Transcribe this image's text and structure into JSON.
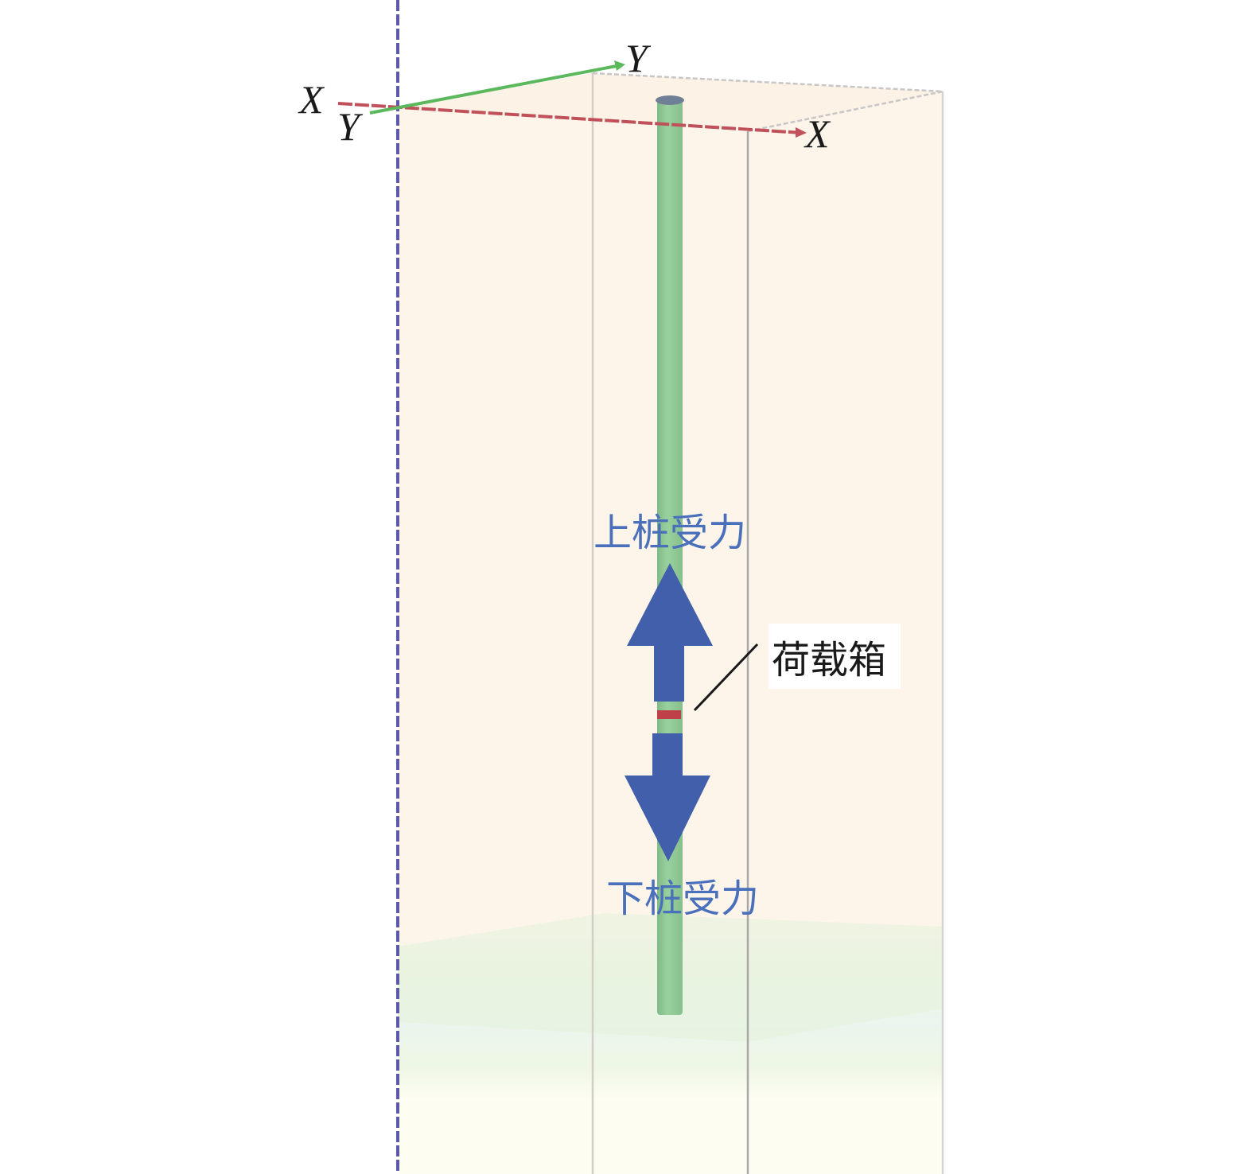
{
  "axes": {
    "x_label_left": "X",
    "y_label_left": "Y",
    "y_label_top": "Y",
    "x_label_right": "X"
  },
  "forces": {
    "upper": "上桩受力",
    "lower": "下桩受力"
  },
  "callout": {
    "load_box": "荷载箱"
  },
  "colors": {
    "soil_upper": "#fdf5ea",
    "soil_lower": "#fdfdf2",
    "pile": "#93cc98",
    "arrow": "#425fab",
    "label_blue": "#4a6fbb",
    "x_axis": "#c0505a",
    "y_axis": "#5cb85c",
    "z_axis": "#5a5aa8"
  }
}
